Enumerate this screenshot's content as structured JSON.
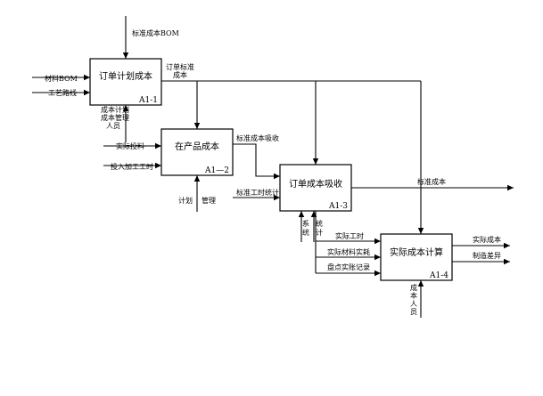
{
  "boxes": {
    "a11": {
      "title": "订单计划成本",
      "code": "A1-1"
    },
    "a12": {
      "title": "在产品成本",
      "code": "A1—2"
    },
    "a13": {
      "title": "订单成本吸收",
      "code": "A1-3"
    },
    "a14": {
      "title": "实际成本计算",
      "code": "A1-4"
    }
  },
  "labels": {
    "std_bom": "标准成本BOM",
    "material_bom": "材料BOM",
    "process_route": "工艺路线",
    "order_std_cost_1": "订单标准",
    "order_std_cost_2": "成本",
    "mgr_1": "成本计划",
    "mgr_2": "成本管理",
    "mgr_3": "人员",
    "actual_feed": "实际投料",
    "input_hours": "投入加工工时",
    "plan": "计划",
    "manage": "管理",
    "std_absorb": "标准成本吸收",
    "std_hour_stat": "标准工时统计",
    "std_cost_out": "标准成本",
    "sys": "系统",
    "stat": "统计",
    "actual_hours": "实际工时",
    "actual_material": "实际材料实耗",
    "inventory_record": "盘点实账记录",
    "actual_cost_out": "实际成本",
    "mfg_variance": "制造差异",
    "cost_staff": "成本人员"
  }
}
